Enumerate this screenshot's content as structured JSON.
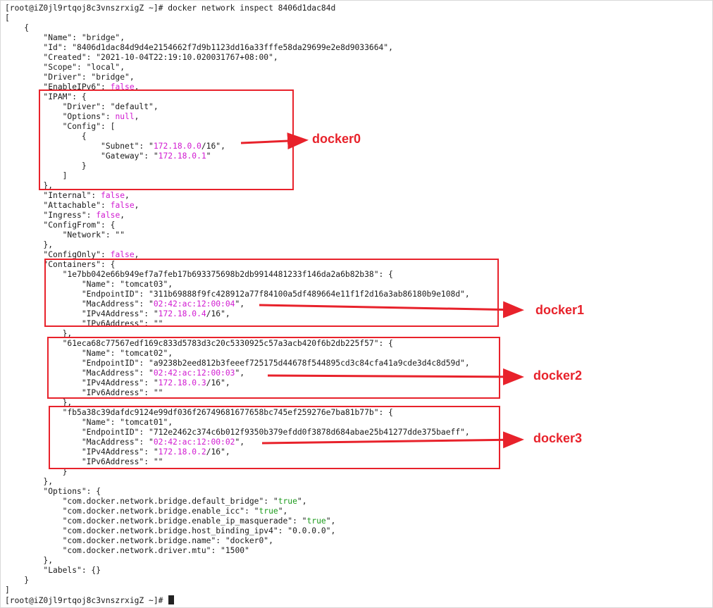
{
  "terminal": {
    "lines": [
      [
        {
          "t": "[root@iZ0jl9rtqoj8c3vnszrxigZ ~]# docker network inspect 8406d1dac84d"
        }
      ],
      [
        {
          "t": "["
        }
      ],
      [
        {
          "t": "    {"
        }
      ],
      [
        {
          "t": "        \"Name\": \"bridge\","
        }
      ],
      [
        {
          "t": "        \"Id\": \"8406d1dac84d9d4e2154662f7d9b1123dd16a33fffe58da29699e2e8d9033664\","
        }
      ],
      [
        {
          "t": "        \"Created\": \"2021-10-04T22:19:10.020031767+08:00\","
        }
      ],
      [
        {
          "t": "        \"Scope\": \"local\","
        }
      ],
      [
        {
          "t": "        \"Driver\": \"bridge\","
        }
      ],
      [
        {
          "t": "        \"EnableIPv6\": "
        },
        {
          "t": "false",
          "c": "v"
        },
        {
          "t": ","
        }
      ],
      [
        {
          "t": "        \"IPAM\": {"
        }
      ],
      [
        {
          "t": "            \"Driver\": \"default\","
        }
      ],
      [
        {
          "t": "            \"Options\": "
        },
        {
          "t": "null",
          "c": "v"
        },
        {
          "t": ","
        }
      ],
      [
        {
          "t": "            \"Config\": ["
        }
      ],
      [
        {
          "t": "                {"
        }
      ],
      [
        {
          "t": "                    \"Subnet\": \""
        },
        {
          "t": "172.18.0.0",
          "c": "v"
        },
        {
          "t": "/16\","
        }
      ],
      [
        {
          "t": "                    \"Gateway\": \""
        },
        {
          "t": "172.18.0.1",
          "c": "v"
        },
        {
          "t": "\""
        }
      ],
      [
        {
          "t": "                }"
        }
      ],
      [
        {
          "t": "            ]"
        }
      ],
      [
        {
          "t": "        },"
        }
      ],
      [
        {
          "t": "        \"Internal\": "
        },
        {
          "t": "false",
          "c": "v"
        },
        {
          "t": ","
        }
      ],
      [
        {
          "t": "        \"Attachable\": "
        },
        {
          "t": "false",
          "c": "v"
        },
        {
          "t": ","
        }
      ],
      [
        {
          "t": "        \"Ingress\": "
        },
        {
          "t": "false",
          "c": "v"
        },
        {
          "t": ","
        }
      ],
      [
        {
          "t": "        \"ConfigFrom\": {"
        }
      ],
      [
        {
          "t": "            \"Network\": \"\""
        }
      ],
      [
        {
          "t": "        },"
        }
      ],
      [
        {
          "t": "        \"ConfigOnly\": "
        },
        {
          "t": "false",
          "c": "v"
        },
        {
          "t": ","
        }
      ],
      [
        {
          "t": "        \"Containers\": {"
        }
      ],
      [
        {
          "t": "            \"1e7bb042e66b949ef7a7feb17b693375698b2db9914481233f146da2a6b82b38\": {"
        }
      ],
      [
        {
          "t": "                \"Name\": \"tomcat03\","
        }
      ],
      [
        {
          "t": "                \"EndpointID\": \"311b69888f9fc428912a77f84100a5df489664e11f1f2d16a3ab86180b9e108d\","
        }
      ],
      [
        {
          "t": "                \"MacAddress\": \""
        },
        {
          "t": "02:42:ac:12:00:04",
          "c": "v"
        },
        {
          "t": "\","
        }
      ],
      [
        {
          "t": "                \"IPv4Address\": \""
        },
        {
          "t": "172.18.0.4",
          "c": "v"
        },
        {
          "t": "/16\","
        }
      ],
      [
        {
          "t": "                \"IPv6Address\": \"\""
        }
      ],
      [
        {
          "t": "            },"
        }
      ],
      [
        {
          "t": "            \"61eca68c77567edf169c833d5783d3c20c5330925c57a3acb420f6b2db225f57\": {"
        }
      ],
      [
        {
          "t": "                \"Name\": \"tomcat02\","
        }
      ],
      [
        {
          "t": "                \"EndpointID\": \"a9238b2eed812b3feeef725175d44678f544895cd3c84cfa41a9cde3d4c8d59d\","
        }
      ],
      [
        {
          "t": "                \"MacAddress\": \""
        },
        {
          "t": "02:42:ac:12:00:03",
          "c": "v"
        },
        {
          "t": "\","
        }
      ],
      [
        {
          "t": "                \"IPv4Address\": \""
        },
        {
          "t": "172.18.0.3",
          "c": "v"
        },
        {
          "t": "/16\","
        }
      ],
      [
        {
          "t": "                \"IPv6Address\": \"\""
        }
      ],
      [
        {
          "t": "            },"
        }
      ],
      [
        {
          "t": "            \"fb5a38c39dafdc9124e99df036f26749681677658bc745ef259276e7ba81b77b\": {"
        }
      ],
      [
        {
          "t": "                \"Name\": \"tomcat01\","
        }
      ],
      [
        {
          "t": "                \"EndpointID\": \"712e2462c374c6b012f9350b379efdd0f3878d684abae25b41277dde375baeff\","
        }
      ],
      [
        {
          "t": "                \"MacAddress\": \""
        },
        {
          "t": "02:42:ac:12:00:02",
          "c": "v"
        },
        {
          "t": "\","
        }
      ],
      [
        {
          "t": "                \"IPv4Address\": \""
        },
        {
          "t": "172.18.0.2",
          "c": "v"
        },
        {
          "t": "/16\","
        }
      ],
      [
        {
          "t": "                \"IPv6Address\": \"\""
        }
      ],
      [
        {
          "t": "            }"
        }
      ],
      [
        {
          "t": "        },"
        }
      ],
      [
        {
          "t": "        \"Options\": {"
        }
      ],
      [
        {
          "t": "            \"com.docker.network.bridge.default_bridge\": \""
        },
        {
          "t": "true",
          "c": "g"
        },
        {
          "t": "\","
        }
      ],
      [
        {
          "t": "            \"com.docker.network.bridge.enable_icc\": \""
        },
        {
          "t": "true",
          "c": "g"
        },
        {
          "t": "\","
        }
      ],
      [
        {
          "t": "            \"com.docker.network.bridge.enable_ip_masquerade\": \""
        },
        {
          "t": "true",
          "c": "g"
        },
        {
          "t": "\","
        }
      ],
      [
        {
          "t": "            \"com.docker.network.bridge.host_binding_ipv4\": \"0.0.0.0\","
        }
      ],
      [
        {
          "t": "            \"com.docker.network.bridge.name\": \"docker0\","
        }
      ],
      [
        {
          "t": "            \"com.docker.network.driver.mtu\": \"1500\""
        }
      ],
      [
        {
          "t": "        },"
        }
      ],
      [
        {
          "t": "        \"Labels\": {}"
        }
      ],
      [
        {
          "t": "    }"
        }
      ],
      [
        {
          "t": "]"
        }
      ],
      [
        {
          "t": "[root@iZ0jl9rtqoj8c3vnszrxigZ ~]# "
        },
        {
          "t": "",
          "c": "cursor"
        }
      ]
    ]
  },
  "annotations": {
    "docker0": "docker0",
    "docker1": "docker1",
    "docker2": "docker2",
    "docker3": "docker3"
  },
  "colors": {
    "value_magenta": "#d11bd1",
    "value_green": "#1a9a1a",
    "annotation_red": "#e8222b"
  }
}
